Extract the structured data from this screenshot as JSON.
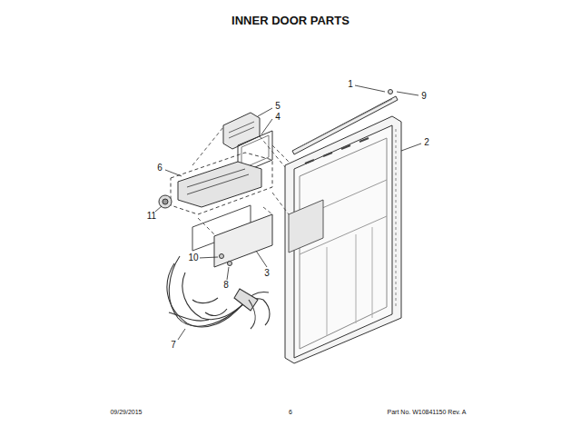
{
  "diagram": {
    "title": "INNER DOOR PARTS",
    "labels": [
      "1",
      "5",
      "9",
      "4",
      "2",
      "6",
      "11",
      "10",
      "8",
      "3",
      "7",
      "09/29/2015",
      "6",
      "Part No. W10841150 Rev. A"
    ]
  }
}
